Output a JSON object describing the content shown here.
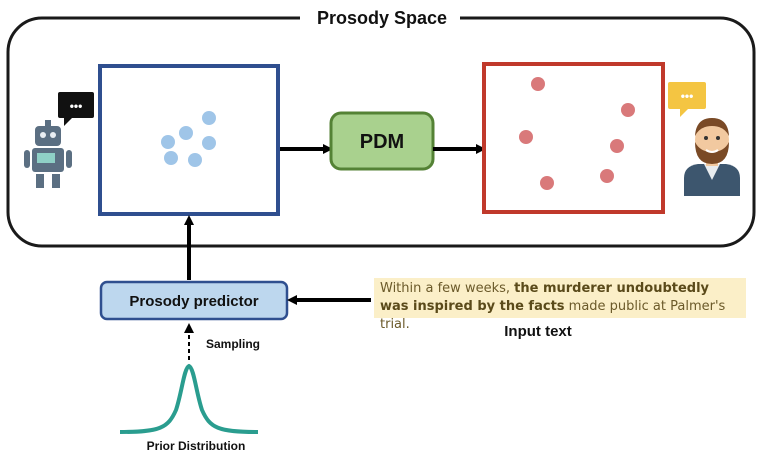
{
  "title": "Prosody Space",
  "pdm_label": "PDM",
  "predictor_label": "Prosody predictor",
  "sampling_label": "Sampling",
  "prior_label": "Prior Distribution",
  "input_text": {
    "pre": "Within a few weeks, ",
    "bold": "the murderer undoubtedly was inspired by the facts",
    "post": " made public at Palmer's trial."
  },
  "input_caption": "Input text",
  "speech_bubble_text": "•••",
  "colors": {
    "blue_box": "#2f4f8f",
    "red_box": "#c0392b",
    "blue_dot": "#9fc5e8",
    "red_dot": "#d9797a",
    "pdm_fill": "#a9d18e",
    "pdm_stroke": "#548235",
    "predictor_fill": "#bdd7ee",
    "predictor_stroke": "#2f4f8f",
    "curve": "#2a9d8f",
    "highlight": "#fbefc8"
  },
  "icons": [
    "robot-icon",
    "person-icon",
    "speech-bubble-icon"
  ]
}
